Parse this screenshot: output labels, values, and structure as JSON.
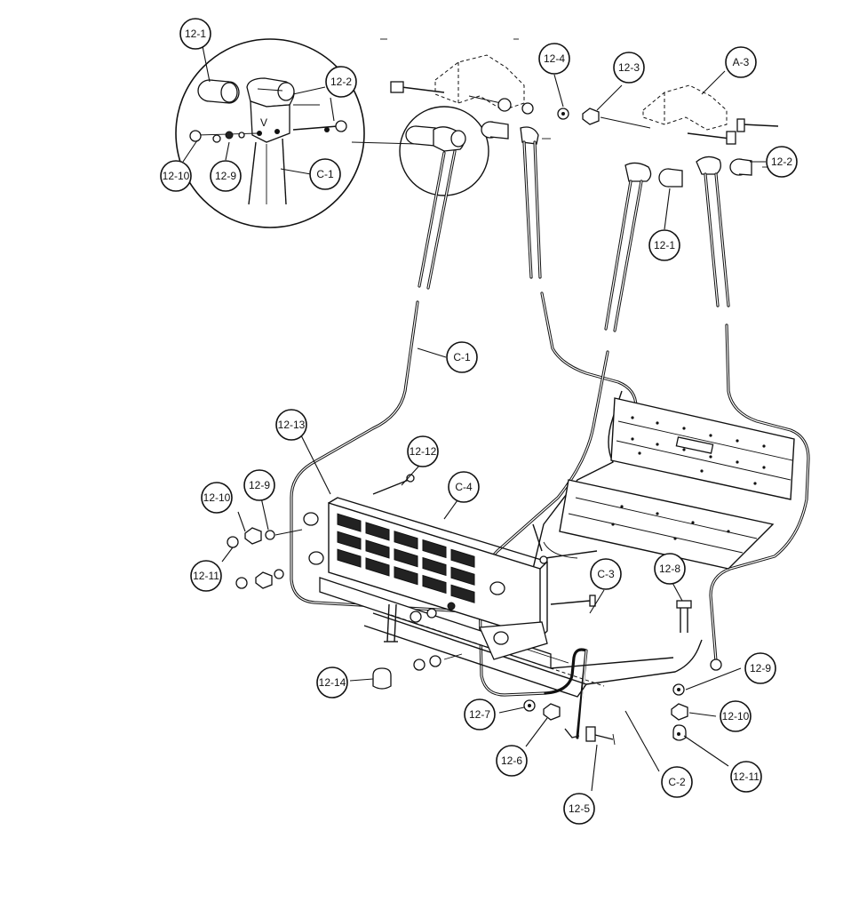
{
  "callouts": {
    "c_12_1_top": "12-1",
    "c_12_2_top": "12-2",
    "c_12_10_top": "12-10",
    "c_12_9_top": "12-9",
    "c_C_1_top": "C-1",
    "c_12_4": "12-4",
    "c_12_3": "12-3",
    "c_A_3": "A-3",
    "c_12_2_right": "12-2",
    "c_12_1_right": "12-1",
    "c_C_1_mid": "C-1",
    "c_12_13": "12-13",
    "c_12_12": "12-12",
    "c_C_4": "C-4",
    "c_12_10_left": "12-10",
    "c_12_9_left": "12-9",
    "c_12_11_left": "12-11",
    "c_C_3": "C-3",
    "c_12_8": "12-8",
    "c_12_9_right": "12-9",
    "c_12_10_right": "12-10",
    "c_12_11_right": "12-11",
    "c_12_14": "12-14",
    "c_12_7": "12-7",
    "c_12_6": "12-6",
    "c_C_2": "C-2",
    "c_12_5": "12-5"
  },
  "colors": {
    "ink": "#111111",
    "paper": "#ffffff"
  }
}
